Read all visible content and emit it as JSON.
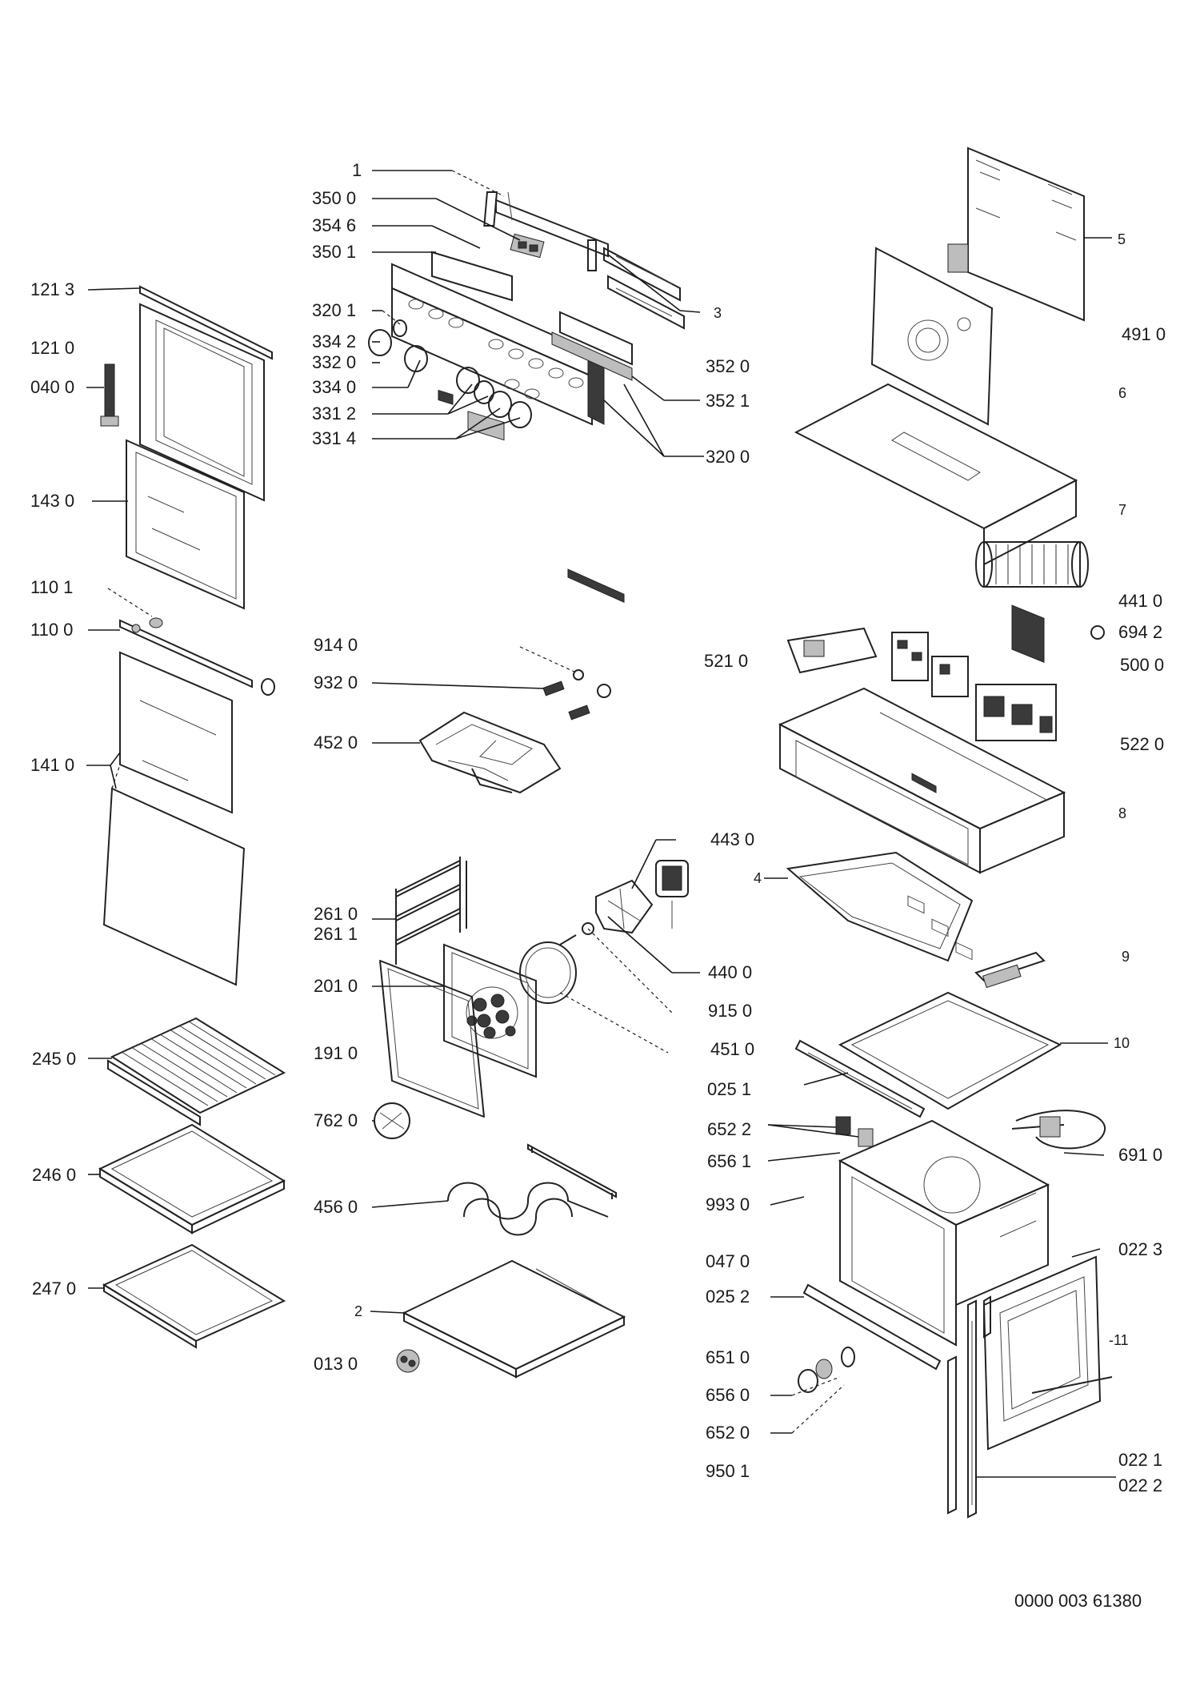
{
  "drawing_number": "0000 003 61380",
  "labels": {
    "p1": "1",
    "p350_0": "350 0",
    "p354_6": "354 6",
    "p350_1": "350 1",
    "p121_3": "121 3",
    "p121_0": "121 0",
    "p040_0": "040 0",
    "p320_1": "320 1",
    "p334_2": "334 2",
    "p332_0": "332 0",
    "p334_0": "334 0",
    "p331_2": "331 2",
    "p331_4": "331 4",
    "p3": "3",
    "p352_0": "352 0",
    "p352_1": "352 1",
    "p320_0": "320 0",
    "p143_0": "143 0",
    "p110_1": "110 1",
    "p110_0": "110 0",
    "p141_0": "141 0",
    "p914_0": "914 0",
    "p932_0": "932 0",
    "p452_0": "452 0",
    "p5": "5",
    "p491_0": "491 0",
    "p6": "6",
    "p7": "7",
    "p441_0": "441 0",
    "p694_2": "694 2",
    "p521_0": "521 0",
    "p500_0": "500 0",
    "p522_0": "522 0",
    "p8": "8",
    "p443_0": "443 0",
    "p4": "4",
    "p440_0": "440 0",
    "p915_0": "915 0",
    "p451_0": "451 0",
    "p9": "9",
    "p10": "10",
    "p025_1": "025 1",
    "p261_0": "261 0",
    "p261_1": "261 1",
    "p201_0": "201 0",
    "p191_0": "191 0",
    "p762_0": "762 0",
    "p245_0": "245 0",
    "p246_0": "246 0",
    "p247_0": "247 0",
    "p456_0": "456 0",
    "p2": "2",
    "p013_0": "013 0",
    "p652_2": "652 2",
    "p656_1": "656 1",
    "p691_0": "691 0",
    "p993_0": "993 0",
    "p047_0": "047 0",
    "p025_2": "025 2",
    "p022_3": "022 3",
    "p11": "-11",
    "p651_0": "651 0",
    "p656_0": "656 0",
    "p652_0": "652 0",
    "p950_1": "950 1",
    "p022_1": "022 1",
    "p022_2": "022 2"
  },
  "parts": [
    "control-bracket",
    "control-panel",
    "knobs",
    "switches",
    "door-frame",
    "door-glass-inner",
    "door-glass-outer",
    "handle",
    "hinge",
    "grill-element",
    "rear-panel",
    "top-panel",
    "cooling-fan",
    "electronic-box",
    "fan-motor",
    "side-runners",
    "fan-cover",
    "circular-element",
    "baking-tray",
    "wire-shelf",
    "drip-pan",
    "bottom-element",
    "bottom-cover",
    "oven-cavity",
    "side-panel",
    "lamp"
  ]
}
